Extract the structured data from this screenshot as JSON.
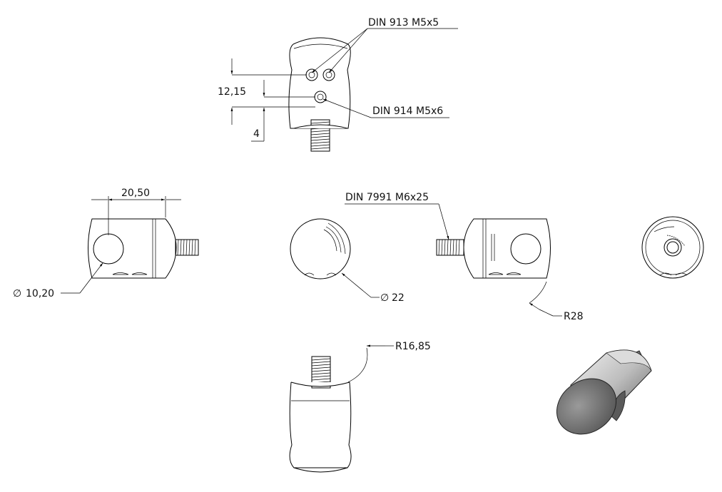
{
  "labels": {
    "set_screw_top": "DIN 913 M5x5",
    "set_screw_bottom": "DIN 914 M5x6",
    "dim_12_15": "12,15",
    "dim_4": "4",
    "dim_20_50": "20,50",
    "dim_dia_10_20": "10,20",
    "dim_dia_22": "22",
    "screw_callout": "DIN 7991 M6x25",
    "dim_r28": "R28",
    "dim_r16_85": "R16,85",
    "diameter_symbol": "∅"
  },
  "colors": {
    "line": "#000000",
    "background": "#ffffff",
    "iso_light": "#e6e6e6",
    "iso_dark": "#6f6f6f"
  }
}
